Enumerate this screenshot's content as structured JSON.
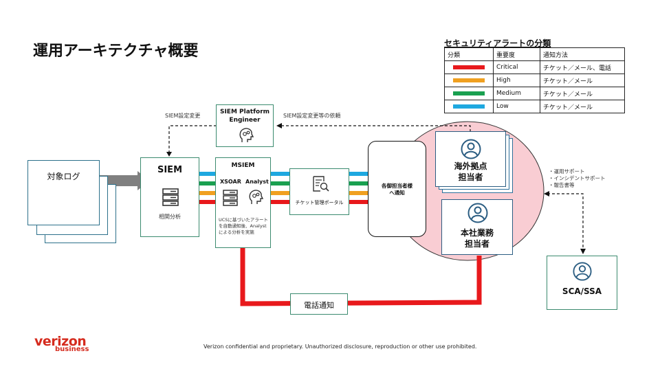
{
  "page": {
    "title": "運用アーキテクチャ概要",
    "footer": "Verizon confidential and proprietary. Unauthorized disclosure, reproduction or other use prohibited.",
    "logo_main": "verizon",
    "logo_sub": "business"
  },
  "legend": {
    "title": "セキュリティアラートの分類",
    "headers": [
      "分類",
      "重要度",
      "通知方法"
    ],
    "rows": [
      {
        "color": "#e8191c",
        "severity": "Critical",
        "method": "チケット／メール、電話"
      },
      {
        "color": "#f0a020",
        "severity": "High",
        "method": "チケット／メール"
      },
      {
        "color": "#1aa050",
        "severity": "Medium",
        "method": "チケット／メール"
      },
      {
        "color": "#1ea8e0",
        "severity": "Low",
        "method": "チケット／メール"
      }
    ]
  },
  "nodes": {
    "logs": {
      "label": "対象ログ"
    },
    "siem": {
      "title": "SIEM",
      "caption": "相関分析",
      "icon": "server-icon"
    },
    "platform_engineer": {
      "title_line1": "SIEM Platform",
      "title_line2": "Engineer",
      "icon": "brain-gear-icon"
    },
    "msiem": {
      "title": "MSIEM",
      "sub1": "XSOAR",
      "sub2": "Analyst",
      "description": "UCSに基づいたアラートを自動通知後、Analystによる分析を実施"
    },
    "ticket_portal": {
      "label": "チケット管理ポータル",
      "icon": "document-search-icon"
    },
    "notify": {
      "label_line1": "各御担当者様",
      "label_line2": "へ通知"
    },
    "overseas": {
      "label_line1": "海外拠点",
      "label_line2": "担当者",
      "icon": "user-icon"
    },
    "hq": {
      "label_line1": "本社業務",
      "label_line2": "担当者",
      "icon": "user-icon"
    },
    "sca": {
      "label": "SCA/SSA",
      "icon": "user-icon"
    },
    "phone": {
      "label": "電話通知"
    }
  },
  "annotations": {
    "siem_config_change": "SIEM設定変更",
    "siem_config_request": "SIEM設定変更等の依頼",
    "support_items": [
      "・運用サポート",
      "・インシデントサポート",
      "・報告書等"
    ]
  },
  "colors": {
    "critical": "#e8191c",
    "high": "#f0a020",
    "medium": "#1aa050",
    "low": "#1ea8e0",
    "box_border": "#3a8a6e",
    "person_border": "#2b5d82",
    "circle_fill": "#f9cdd3"
  }
}
